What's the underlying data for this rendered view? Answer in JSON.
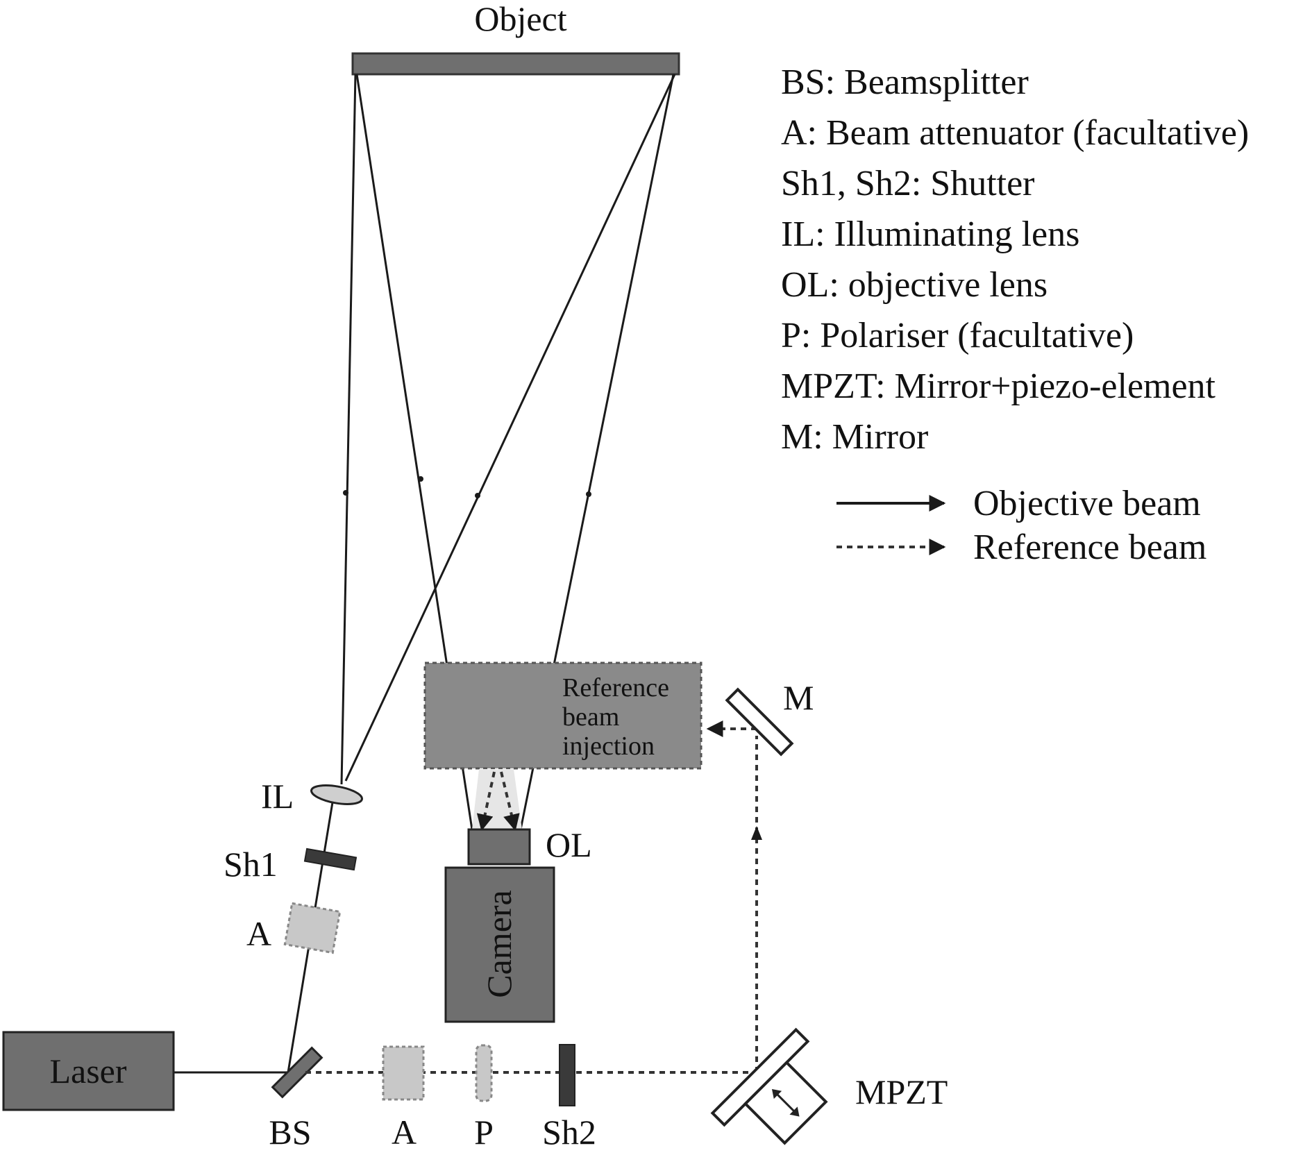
{
  "diagram": {
    "title": "Object",
    "legend": {
      "items": [
        "BS: Beamsplitter",
        "A: Beam attenuator (facultative)",
        "Sh1, Sh2: Shutter",
        "IL: Illuminating lens",
        "OL: objective lens",
        "P: Polariser (facultative)",
        "MPZT: Mirror+piezo-element",
        "M: Mirror"
      ],
      "objective_beam": "Objective beam",
      "reference_beam": "Reference beam"
    },
    "labels": {
      "laser": "Laser",
      "bs": "BS",
      "a_bottom": "A",
      "p": "P",
      "sh2": "Sh2",
      "mpzt": "MPZT",
      "m": "M",
      "il": "IL",
      "sh1": "Sh1",
      "a_left": "A",
      "ol": "OL",
      "camera": "Camera",
      "ref_injection_line1": "Reference",
      "ref_injection_line2": "beam",
      "ref_injection_line3": "injection"
    },
    "colors": {
      "component_fill": "#6f6f6f",
      "component_dark": "#3a3a3a",
      "facultative_fill": "#c8c8c8",
      "injection_fill": "#8a8a8a",
      "beam": "#1a1a1a"
    }
  }
}
